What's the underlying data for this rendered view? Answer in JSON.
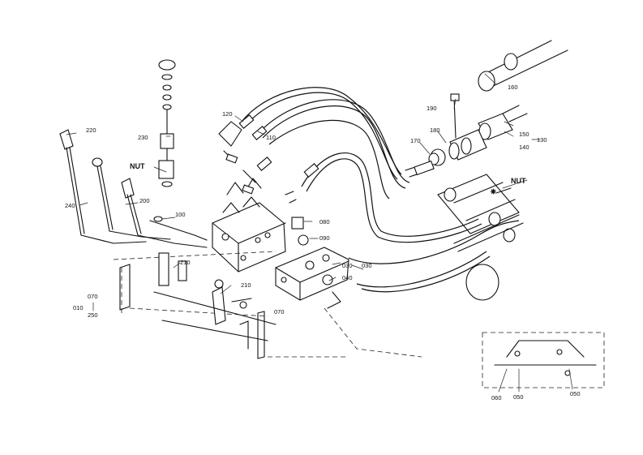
{
  "callouts": {
    "c010": "010",
    "c030": "030",
    "c030b": "030",
    "c040": "040",
    "c050a": "050",
    "c050b": "050",
    "c060": "060",
    "c070": "070",
    "c070b": "070",
    "c080": "080",
    "c090": "090",
    "c100": "100",
    "c110": "110",
    "c120": "120",
    "c130": "130",
    "c140": "140",
    "c150": "150",
    "c160": "160",
    "c170": "170",
    "c180": "180",
    "c190": "190",
    "c200": "200",
    "c210a": "210",
    "c210b": "210",
    "c220": "220",
    "c230": "230",
    "c240": "240",
    "c250": "250",
    "nut_left": "NUT",
    "nut_right": "NUT"
  }
}
